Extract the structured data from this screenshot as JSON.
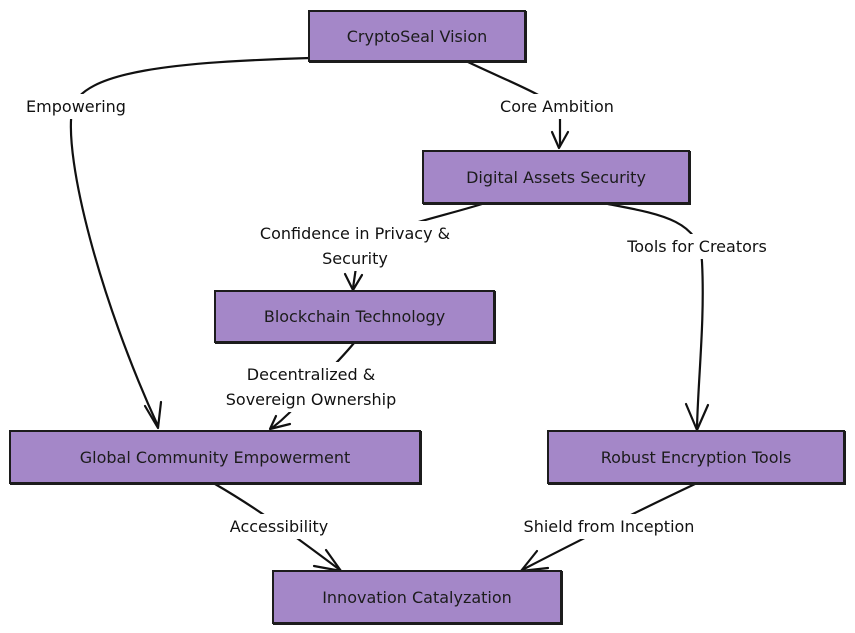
{
  "diagram": {
    "nodes": {
      "vision": "CryptoSeal Vision",
      "security": "Digital Assets Security",
      "blockchain": "Blockchain Technology",
      "community": "Global Community Empowerment",
      "encryption": "Robust Encryption Tools",
      "innovation": "Innovation Catalyzation"
    },
    "edges": {
      "empowering": "Empowering",
      "core_ambition": "Core Ambition",
      "privacy_line1": "Confidence in Privacy &",
      "privacy_line2": "Security",
      "tools_creators": "Tools for Creators",
      "decentralized_line1": "Decentralized &",
      "decentralized_line2": "Sovereign Ownership",
      "accessibility": "Accessibility",
      "shield": "Shield from Inception"
    },
    "colors": {
      "node_fill": "#a487c8",
      "stroke": "#1c1c1c"
    }
  }
}
